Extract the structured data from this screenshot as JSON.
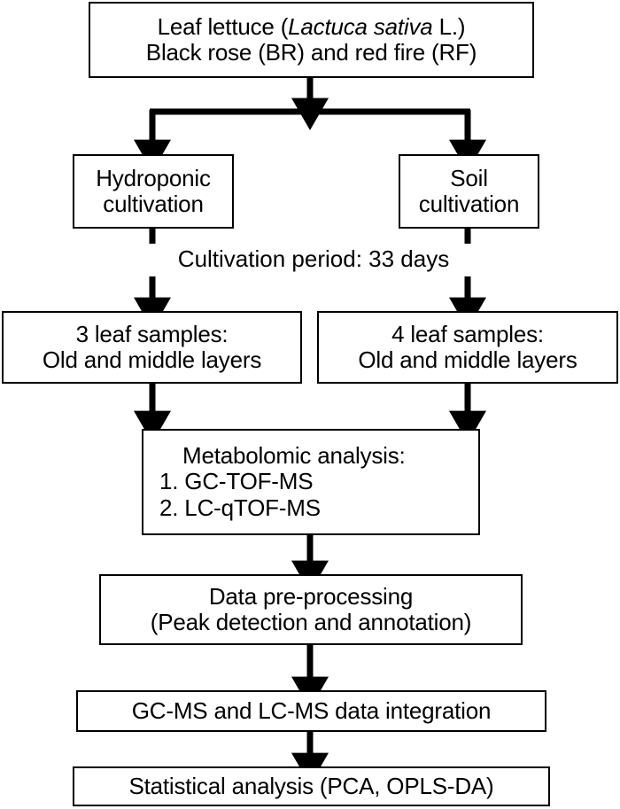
{
  "diagram": {
    "title": "Experimental workflow flowchart",
    "background_color": "#ffffff",
    "line_color": "#000000",
    "nodes": {
      "source_material": {
        "line1_prefix": "Leaf lettuce (",
        "line1_italic": "Lactuca sativa",
        "line1_suffix": " L.)",
        "line2": "Black rose (BR) and red fire (RF)"
      },
      "hydroponic": {
        "line1": "Hydroponic",
        "line2": "cultivation"
      },
      "soil": {
        "line1": "Soil",
        "line2": "cultivation"
      },
      "cultivation_period": "Cultivation period: 33 days",
      "samples_hydroponic": {
        "line1": "3 leaf samples:",
        "line2": "Old and middle layers"
      },
      "samples_soil": {
        "line1": "4 leaf samples:",
        "line2": "Old and middle layers"
      },
      "metabolomic": {
        "line1": "Metabolomic analysis:",
        "line2": "1. GC-TOF-MS",
        "line3": "2. LC-qTOF-MS"
      },
      "preprocessing": {
        "line1": "Data pre-processing",
        "line2": "(Peak detection and annotation)"
      },
      "integration": {
        "line1": "GC-MS and LC-MS data integration"
      },
      "statistics": {
        "line1": "Statistical analysis (PCA, OPLS-DA)"
      }
    }
  }
}
